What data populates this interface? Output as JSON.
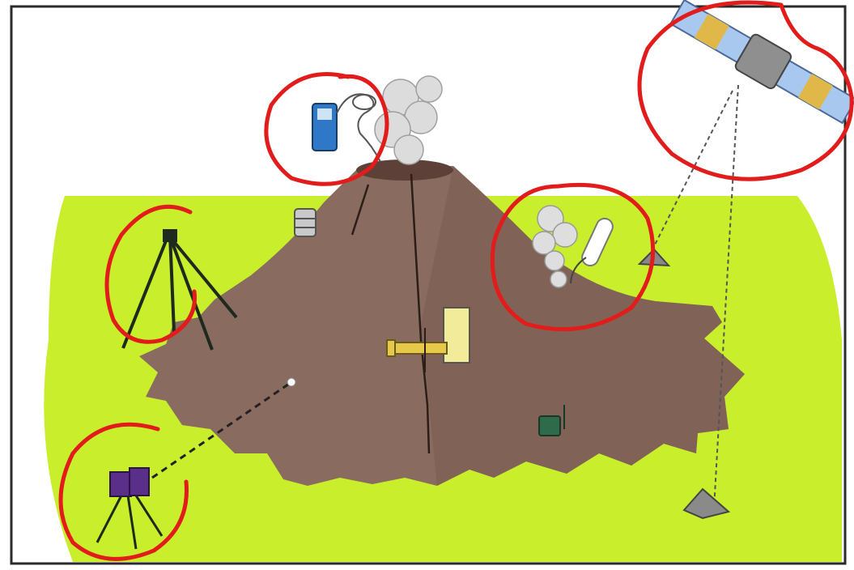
{
  "diagram": {
    "background": "#ffffff",
    "frame_color": "#2a2a2a",
    "ground_color": "#c8ee2c",
    "volcano_color": "#8a6b5f",
    "volcano_shadow": "#6f5248",
    "annotation_color": "#e21b1b",
    "items": [
      {
        "name": "satellite",
        "icon": "satellite-icon",
        "circled": true
      },
      {
        "name": "handheld-gas-detector",
        "icon": "handheld-sensor-icon",
        "circled": true
      },
      {
        "name": "gas-sampling-probe",
        "icon": "gas-sampler-icon",
        "circled": true
      },
      {
        "name": "tripod-station",
        "icon": "tripod-icon",
        "circled": true
      },
      {
        "name": "camera-on-tripod",
        "icon": "camera-icon",
        "circled": true
      },
      {
        "name": "seismometer",
        "icon": "seismometer-icon",
        "circled": false
      },
      {
        "name": "tiltmeter",
        "icon": "tiltmeter-icon",
        "circled": false
      },
      {
        "name": "data-logger",
        "icon": "canister-icon",
        "circled": false
      },
      {
        "name": "gps-receiver",
        "icon": "gps-pyramid-icon",
        "circled": false
      }
    ]
  }
}
